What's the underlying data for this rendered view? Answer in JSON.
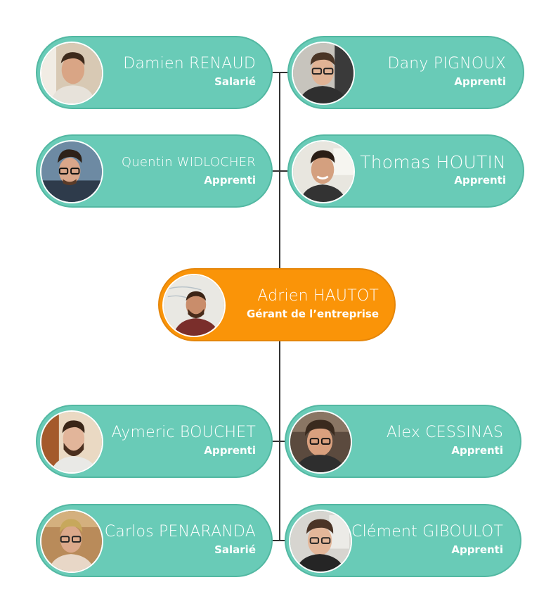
{
  "manager": {
    "name": "Adrien HAUTOT",
    "role": "Gérant de l’entreprise"
  },
  "top": [
    {
      "name": "Damien RENAUD",
      "role": "Salarié"
    },
    {
      "name": "Dany PIGNOUX",
      "role": "Apprenti"
    },
    {
      "name": "Quentin WIDLOCHER",
      "role": "Apprenti"
    },
    {
      "name": "Thomas HOUTIN",
      "role": "Apprenti"
    }
  ],
  "bottom": [
    {
      "name": "Aymeric BOUCHET",
      "role": "Apprenti"
    },
    {
      "name": "Alex CESSINAS",
      "role": "Apprenti"
    },
    {
      "name": "Carlos PENARANDA",
      "role": "Salarié"
    },
    {
      "name": "Clément GIBOULOT",
      "role": "Apprenti"
    }
  ],
  "colors": {
    "teal": "#69cbb7",
    "orange": "#fa9408",
    "connector": "#333333"
  }
}
